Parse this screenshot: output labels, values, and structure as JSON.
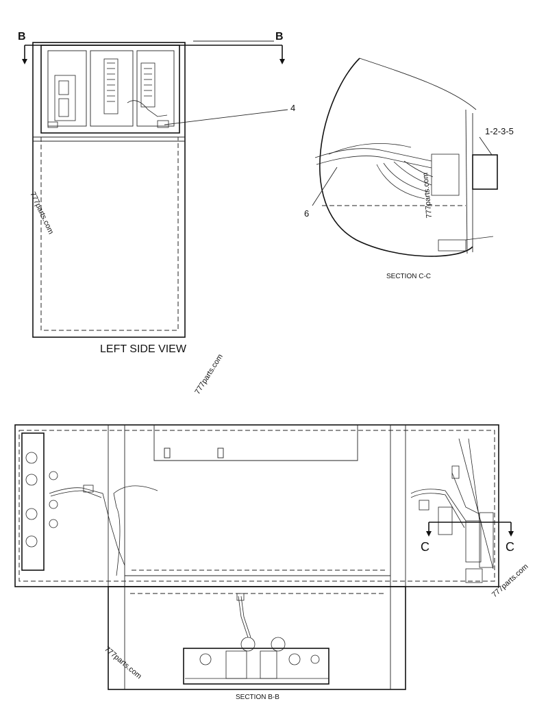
{
  "views": {
    "left_side": {
      "title": "LEFT SIDE VIEW"
    },
    "section_cc": {
      "title": "SECTION C-C"
    },
    "section_bb": {
      "title": "SECTION B-B"
    }
  },
  "markers": {
    "b_left": "B",
    "b_right": "B",
    "c_left": "C",
    "c_right": "C"
  },
  "callouts": {
    "item_4": "4",
    "item_1235": "1-2-3-5",
    "item_6": "6"
  },
  "watermarks": {
    "w1": "777parts.com",
    "w2": "777parts.com",
    "w3": "777parts.com",
    "w4": "777parts.com",
    "w5": "777parts.com"
  }
}
